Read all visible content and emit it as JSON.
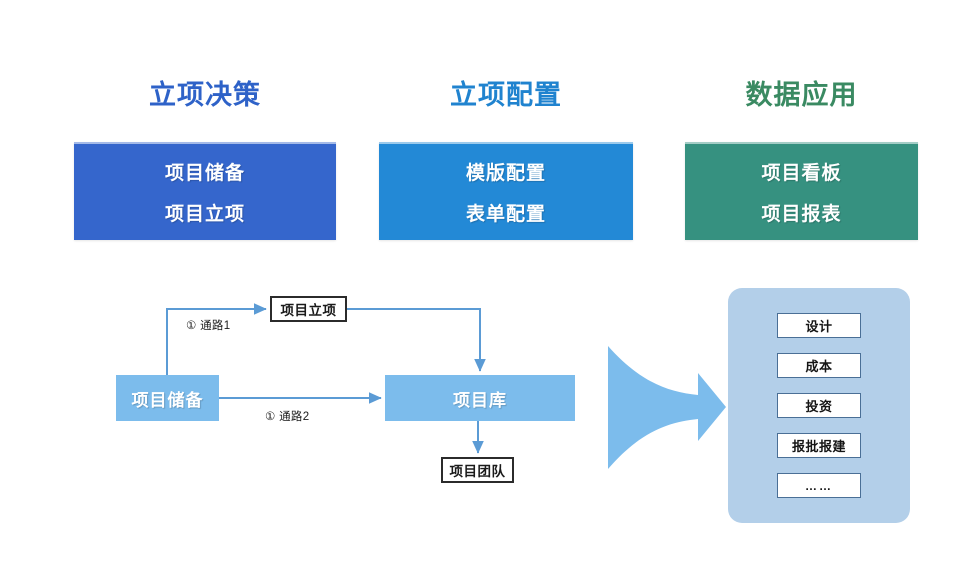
{
  "pillars": [
    {
      "title": "立项决策",
      "title_color": "#2e62c8",
      "box_color": "#3566cc",
      "items": [
        "项目储备",
        "项目立项"
      ]
    },
    {
      "title": "立项配置",
      "title_color": "#2083cf",
      "box_color": "#2389d6",
      "items": [
        "模版配置",
        "表单配置"
      ]
    },
    {
      "title": "数据应用",
      "title_color": "#3a8a62",
      "box_color": "#369180",
      "items": [
        "项目看板",
        "项目报表"
      ]
    }
  ],
  "flow": {
    "nodes": {
      "reserve": "项目储备",
      "approval": "项目立项",
      "library": "项目库",
      "team": "项目团队"
    },
    "path_labels": [
      "① 通路1",
      "① 通路2"
    ],
    "arrow_color": "#5b9bd5",
    "node_fill_color": "#7cbcec",
    "big_arrow_color": "#7cbcec"
  },
  "app_panel": {
    "background": "#b3cfe9",
    "chips": [
      "设计",
      "成本",
      "投资",
      "报批报建",
      "……"
    ]
  }
}
